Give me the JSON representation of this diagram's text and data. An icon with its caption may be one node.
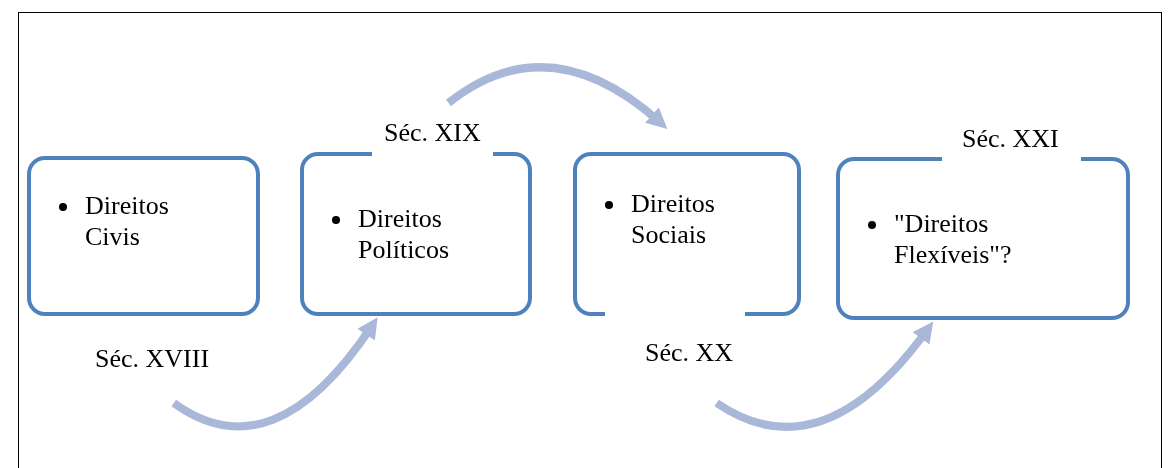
{
  "diagram": {
    "nodes": [
      {
        "text": [
          "Direitos Civis"
        ],
        "beside": [
          "Séc. XVIII"
        ]
      },
      {
        "text": [
          "Direitos Políticos"
        ],
        "beside": [
          "Séc. XIX"
        ]
      },
      {
        "text": [
          "Direitos Sociais"
        ],
        "beside": [
          "Séc. XX"
        ]
      },
      {
        "text": [
          "\"Direitos Flexíveis\"?"
        ],
        "beside": [
          "Séc. XXI"
        ]
      }
    ],
    "edges": [
      {
        "from": 0,
        "to": 1,
        "arrow": "to"
      },
      {
        "from": 1,
        "to": 2,
        "arrow": "to"
      },
      {
        "from": 2,
        "to": 3,
        "arrow": "to"
      }
    ]
  }
}
